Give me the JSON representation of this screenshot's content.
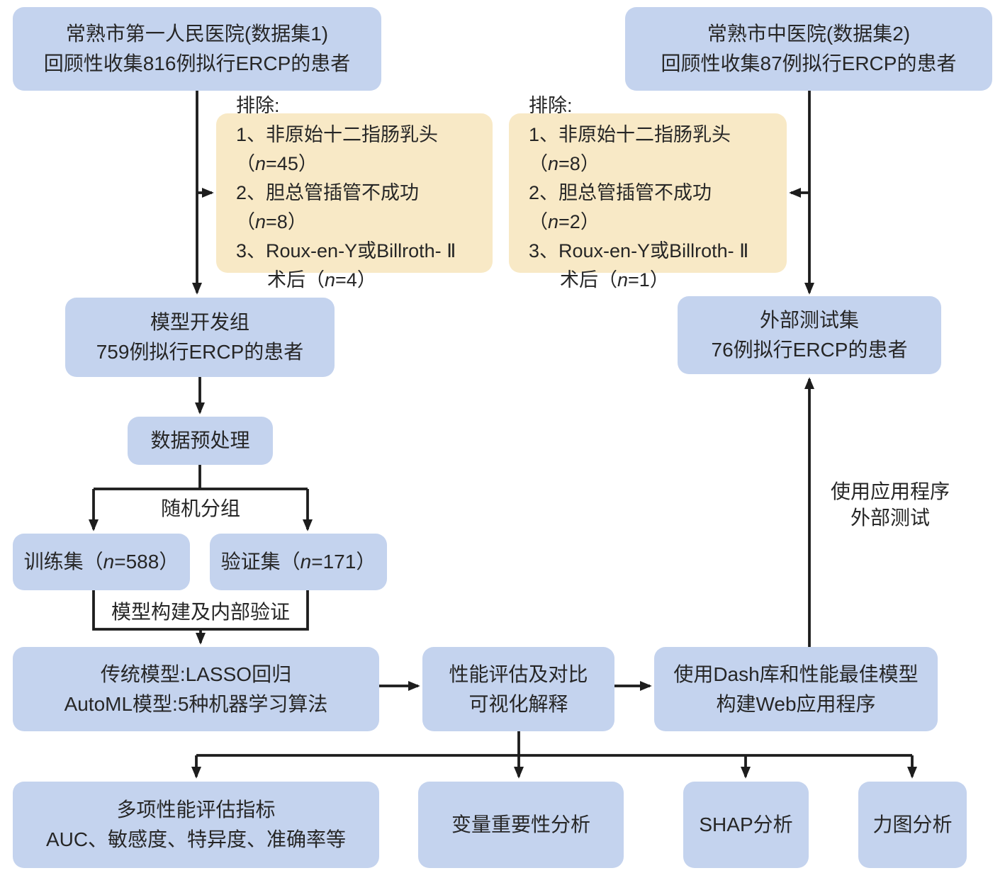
{
  "diagram_title": "ERCP模型开发流程图",
  "colors": {
    "box_blue": "#c4d3ee",
    "box_yellow": "#f8e9c6",
    "line": "#1d1d1d",
    "text": "#262626",
    "background": "#ffffff"
  },
  "boxes": {
    "dataset1": {
      "line1": "常熟市第一人民医院(数据集1)",
      "line2": "回顾性收集816例拟行ERCP的患者"
    },
    "dataset2": {
      "line1": "常熟市中医院(数据集2)",
      "line2": "回顾性收集87例拟行ERCP的患者"
    },
    "exclusion1": {
      "title": "排除:",
      "item1": "1、非原始十二指肠乳头（n=45）",
      "item2": "2、胆总管插管不成功（n=8）",
      "item3": "3、Roux-en-Y或Billroth- Ⅱ",
      "item3_cont": "术后（n=4）"
    },
    "exclusion2": {
      "title": "排除:",
      "item1": "1、非原始十二指肠乳头（n=8）",
      "item2": "2、胆总管插管不成功（n=2）",
      "item3": "3、Roux-en-Y或Billroth- Ⅱ",
      "item3_cont": "术后（n=1）"
    },
    "dev_group": {
      "line1": "模型开发组",
      "line2": "759例拟行ERCP的患者"
    },
    "external_test": {
      "line1": "外部测试集",
      "line2": "76例拟行ERCP的患者"
    },
    "preprocess": {
      "line1": "数据预处理"
    },
    "train_set": {
      "line1": "训练集（n=588）"
    },
    "validation_set": {
      "line1": "验证集（n=171）"
    },
    "models": {
      "line1": "传统模型:LASSO回归",
      "line2": "AutoML模型:5种机器学习算法"
    },
    "evaluation": {
      "line1": "性能评估及对比",
      "line2": "可视化解释"
    },
    "webapp": {
      "line1": "使用Dash库和性能最佳模型",
      "line2": "构建Web应用程序"
    },
    "metrics": {
      "line1": "多项性能评估指标",
      "line2": "AUC、敏感度、特异度、准确率等"
    },
    "var_importance": {
      "line1": "变量重要性分析"
    },
    "shap": {
      "line1": "SHAP分析"
    },
    "force_plot": {
      "line1": "力图分析"
    }
  },
  "labels": {
    "random_split": "随机分组",
    "model_build": "模型构建及内部验证",
    "app_test_line1": "使用应用程序",
    "app_test_line2": "外部测试"
  }
}
